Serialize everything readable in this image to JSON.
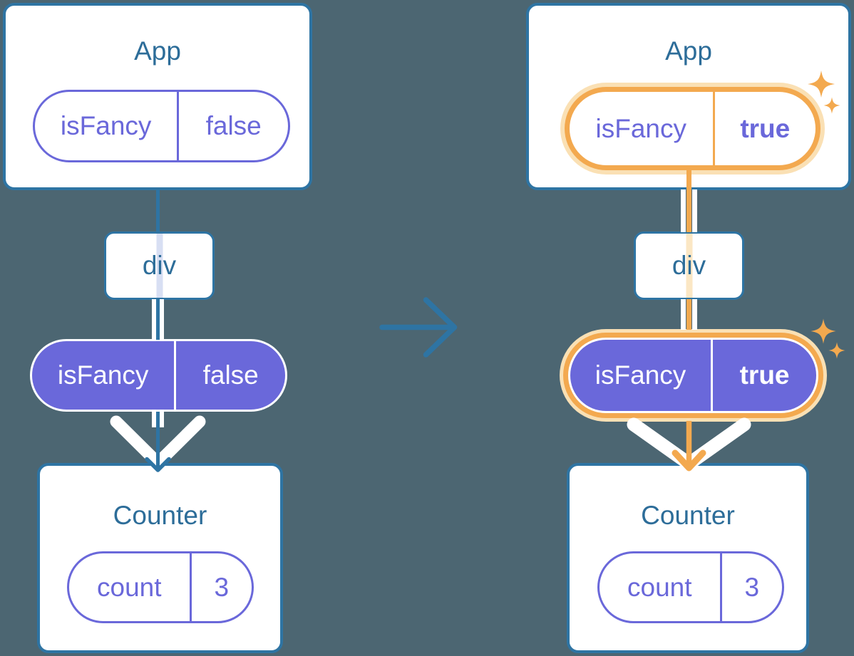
{
  "colors": {
    "background": "#4C6672",
    "accent_teal": "#2E74A3",
    "heading_text": "#2D6D99",
    "purple": "#6A68DA",
    "lavender_trace": "#D8DFF3",
    "highlight_orange": "#F3A94F",
    "highlight_orange_pale": "#FAE0B4",
    "white": "#FFFFFF"
  },
  "icons": {
    "transition": "right-arrow-icon",
    "flow_before": "down-arrow-icon",
    "flow_after": "down-arrow-icon",
    "highlight": "sparkles-icon"
  },
  "before": {
    "app": {
      "title": "App",
      "prop": {
        "name": "isFancy",
        "value": "false"
      }
    },
    "div_label": "div",
    "passed": {
      "name": "isFancy",
      "value": "false"
    },
    "counter": {
      "title": "Counter",
      "state": {
        "name": "count",
        "value": "3"
      }
    }
  },
  "after": {
    "app": {
      "title": "App",
      "prop": {
        "name": "isFancy",
        "value": "true"
      }
    },
    "div_label": "div",
    "passed": {
      "name": "isFancy",
      "value": "true"
    },
    "counter": {
      "title": "Counter",
      "state": {
        "name": "count",
        "value": "3"
      }
    }
  }
}
